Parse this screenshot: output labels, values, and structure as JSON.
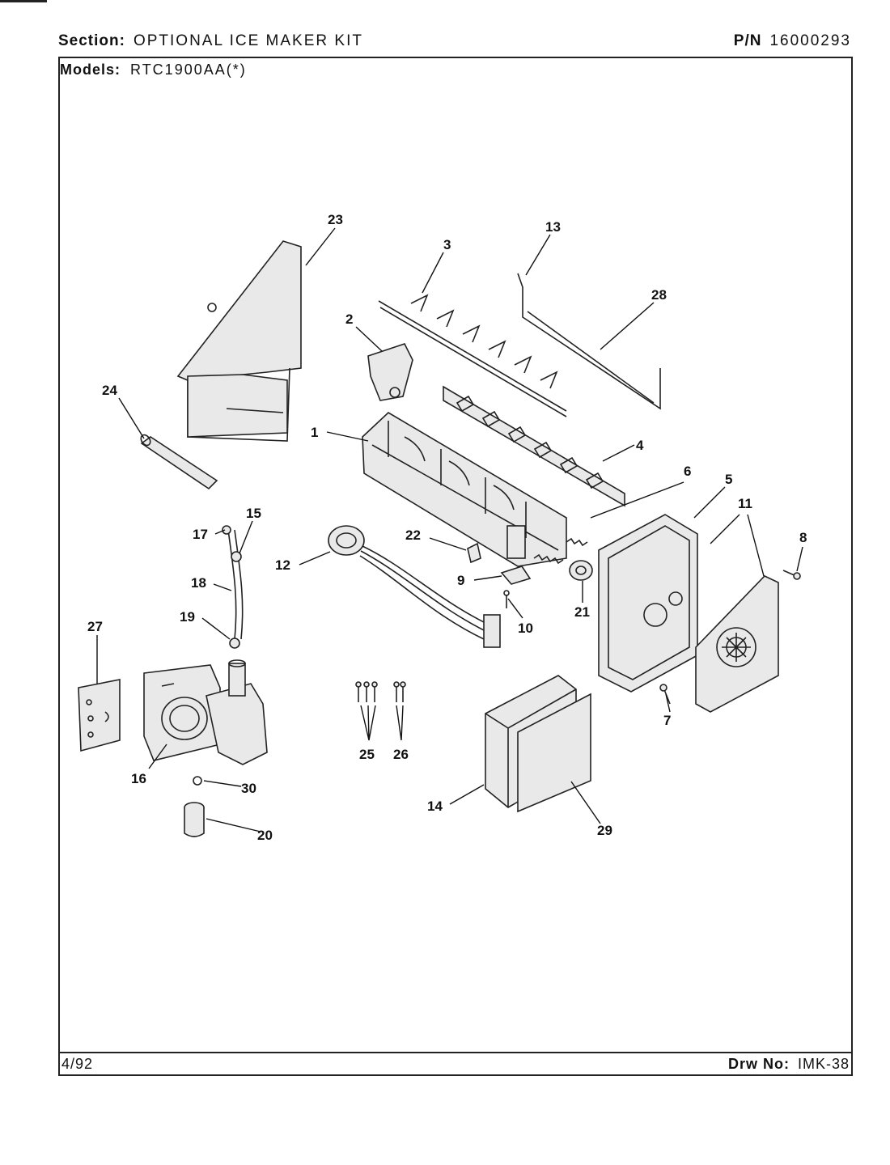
{
  "header": {
    "section_label": "Section:",
    "section_value": "OPTIONAL ICE MAKER KIT",
    "pn_label": "P/N",
    "pn_value": "16000293",
    "models_label": "Models:",
    "models_value": "RTC1900AA(*)"
  },
  "footer": {
    "date": "4/92",
    "drawing_label": "Drw No:",
    "drawing_value": "IMK-38"
  },
  "callouts": [
    "1",
    "2",
    "3",
    "4",
    "5",
    "6",
    "7",
    "8",
    "9",
    "10",
    "11",
    "12",
    "13",
    "14",
    "15",
    "16",
    "17",
    "18",
    "19",
    "20",
    "21",
    "22",
    "23",
    "24",
    "25",
    "26",
    "27",
    "28",
    "29",
    "30"
  ]
}
